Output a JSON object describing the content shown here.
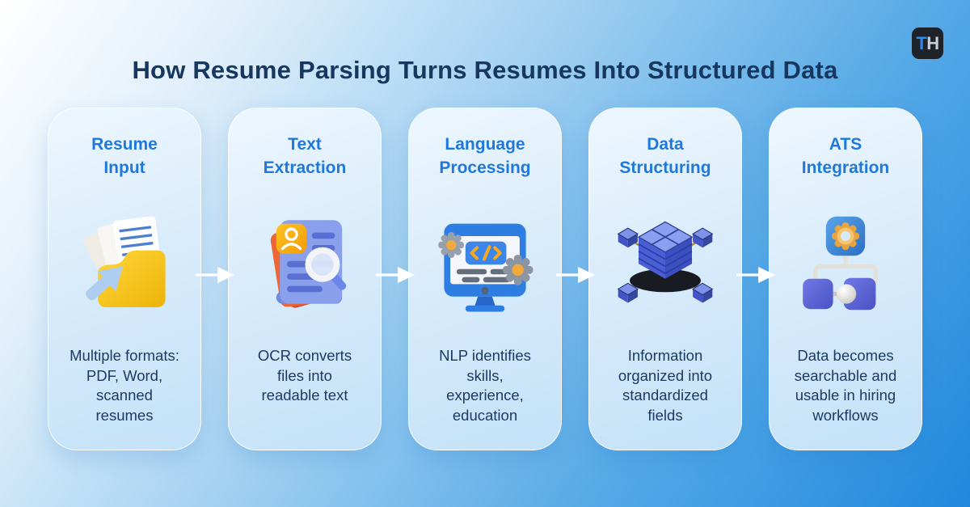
{
  "header": {
    "title": "How Resume Parsing Turns Resumes Into Structured Data",
    "logo_t": "T",
    "logo_h": "H"
  },
  "steps": [
    {
      "title": "Resume\nInput",
      "description": "Multiple formats:\nPDF, Word,\nscanned\nresumes",
      "icon": "folder-upload-icon"
    },
    {
      "title": "Text\nExtraction",
      "description": "OCR converts\nfiles into\nreadable text",
      "icon": "document-scan-icon"
    },
    {
      "title": "Language\nProcessing",
      "description": "NLP identifies\nskills,\nexperience,\neducation",
      "icon": "code-monitor-icon"
    },
    {
      "title": "Data\nStructuring",
      "description": "Information\norganized into\nstandardized\nfields",
      "icon": "database-network-icon"
    },
    {
      "title": "ATS\nIntegration",
      "description": "Data becomes\nsearchable and\nusable in hiring\nworkflows",
      "icon": "gear-workflow-icon"
    }
  ],
  "colors": {
    "background_start": "#ffffff",
    "background_end": "#1f88de",
    "card_background": "#d9ecfb",
    "step_title": "#2079da",
    "heading_text": "#17375f",
    "body_text": "#1c3a63",
    "arrow": "#ffffff",
    "logo_background": "#1e232a",
    "logo_t_color": "#2b8bf0"
  }
}
